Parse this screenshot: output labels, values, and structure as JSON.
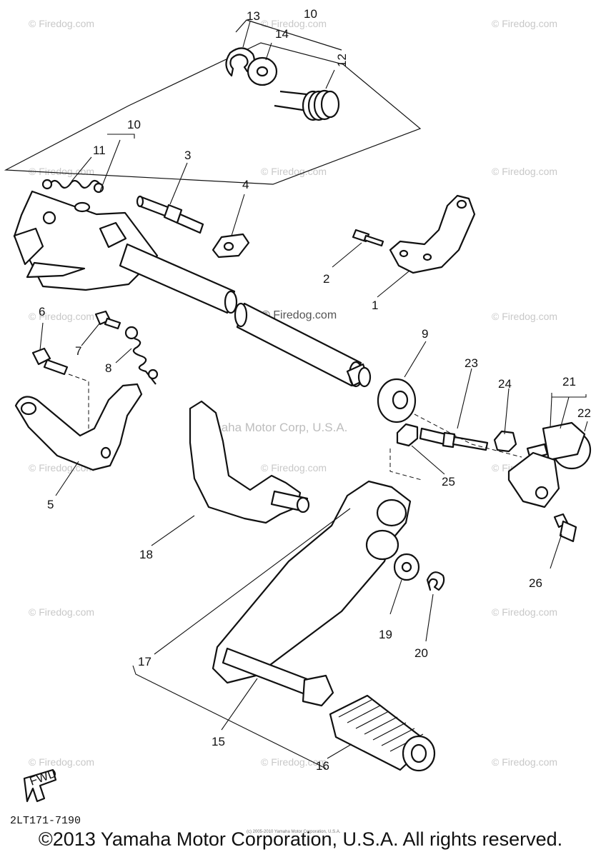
{
  "diagram": {
    "callouts": [
      "1",
      "2",
      "3",
      "4",
      "5",
      "6",
      "7",
      "8",
      "9",
      "10",
      "10",
      "11",
      "12",
      "13",
      "14",
      "15",
      "16",
      "17",
      "18",
      "19",
      "20",
      "21",
      "22",
      "23",
      "24",
      "25",
      "26"
    ],
    "fwd_label": "FWD",
    "part_number": "2LT171-7190",
    "watermark_site": "© Firedog.com",
    "watermark_center": "© Firedog.com",
    "watermark_yamaha": "Yamaha Motor Corp, U.S.A.",
    "tiny_copyright": "(c) 2005-2010 Yamaha Motor Corporation, U.S.A.",
    "copyright": "©2013 Yamaha Motor Corporation, U.S.A. All rights reserved."
  }
}
